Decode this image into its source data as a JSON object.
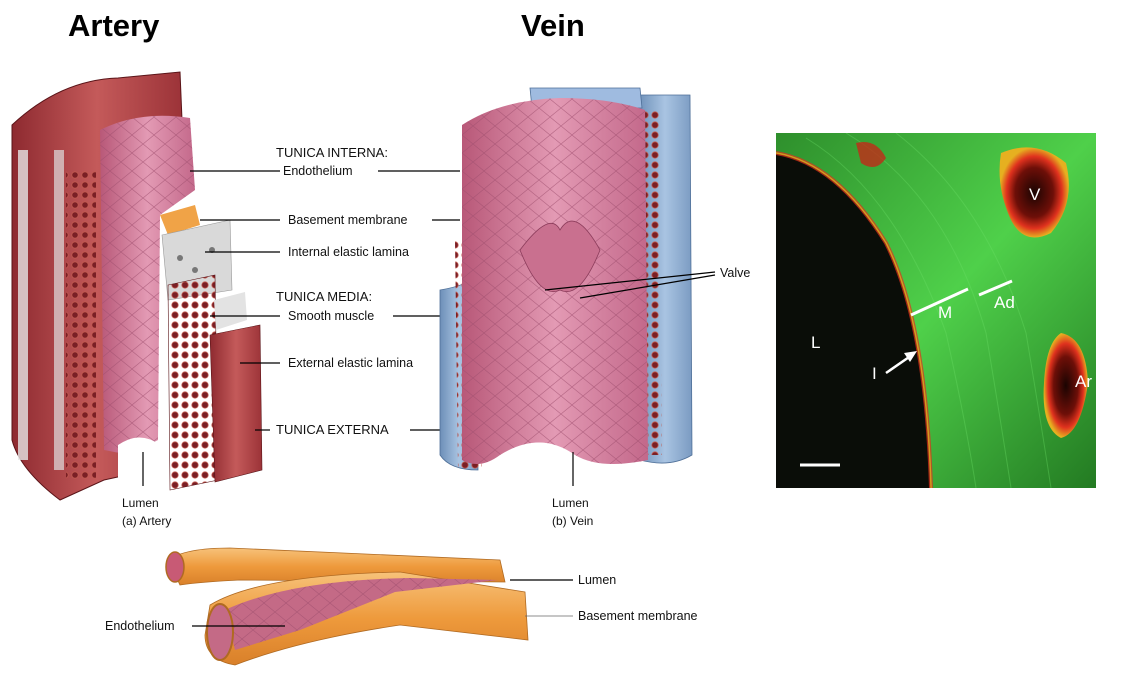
{
  "headings": {
    "artery": "Artery",
    "vein": "Vein"
  },
  "artery_labels": {
    "tunica_interna": "TUNICA INTERNA:",
    "endothelium": "Endothelium",
    "basement_membrane": "Basement membrane",
    "internal_elastic_lamina": "Internal elastic lamina",
    "tunica_media": "TUNICA MEDIA:",
    "smooth_muscle": "Smooth muscle",
    "external_elastic_lamina": "External elastic lamina",
    "tunica_externa": "TUNICA EXTERNA"
  },
  "vein_labels": {
    "valve": "Valve"
  },
  "captions": {
    "artery_lumen": "Lumen",
    "artery_caption": "(a) Artery",
    "vein_lumen": "Lumen",
    "vein_caption": "(b) Vein"
  },
  "capillary_labels": {
    "lumen": "Lumen",
    "basement_membrane": "Basement membrane",
    "endothelium": "Endothelium"
  },
  "micrograph_labels": {
    "V": "V",
    "Ad": "Ad",
    "M": "M",
    "L": "L",
    "I": "I",
    "Ar": "Ar"
  },
  "colors": {
    "artery_wall": "#b8454a",
    "endothelium_pink": "#d77b9a",
    "vein_blue": "#8fb0d4",
    "capillary_orange": "#f2a24a",
    "micrograph_bg": "#0a0d08",
    "fluor_green": "#3fbf3a",
    "fluor_red": "#e0321e"
  }
}
